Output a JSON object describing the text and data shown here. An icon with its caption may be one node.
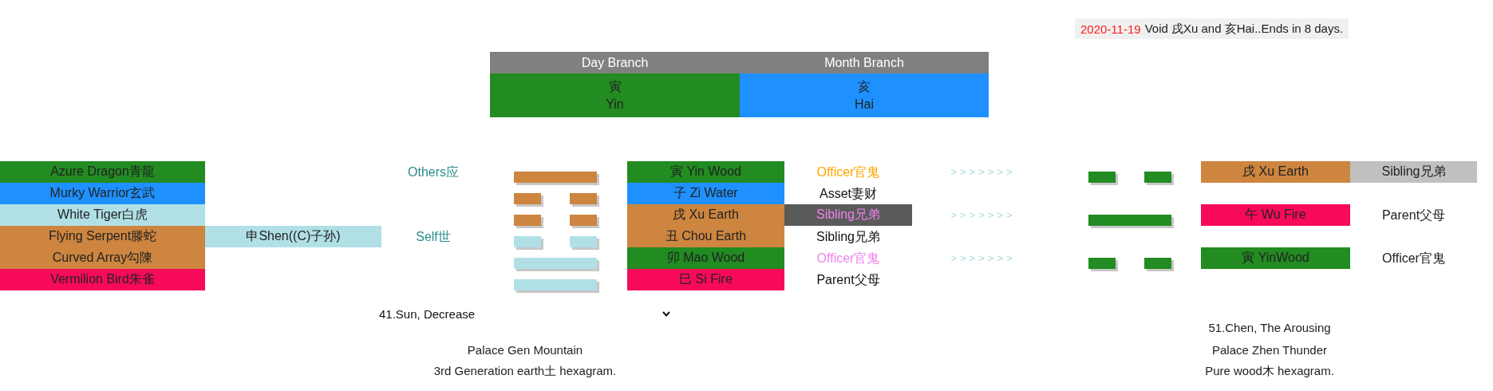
{
  "diagram": {
    "nodes": [
      {
        "text": [
          "2020-11-19",
          "Void 戌Xu and 亥Hai..Ends in 8 days."
        ]
      },
      {
        "text": [
          "Day Branch"
        ]
      },
      {
        "text": [
          "Month Branch"
        ]
      },
      {
        "text": [
          "寅",
          "Yin"
        ]
      },
      {
        "text": [
          "亥",
          "Hai"
        ]
      },
      {
        "text": [
          "Azure Dragon青龍"
        ]
      },
      {
        "text": [
          "寅 Yin Wood"
        ]
      },
      {
        "text": [
          "戌 Xu Earth"
        ]
      },
      {
        "text": [
          "Sibling兄弟"
        ]
      },
      {
        "text": [
          "Murky Warrior玄武"
        ]
      },
      {
        "text": [
          "子 Zi Water"
        ]
      },
      {
        "text": [
          "White Tiger白虎"
        ]
      },
      {
        "text": [
          "戌 Xu Earth"
        ]
      },
      {
        "text": [
          "Sibling兄弟"
        ]
      },
      {
        "text": [
          "午 Wu Fire"
        ]
      },
      {
        "text": [
          "Flying Serpent滕蛇"
        ]
      },
      {
        "text": [
          "申Shen((C)子孙)"
        ]
      },
      {
        "text": [
          "丑 Chou Earth"
        ]
      },
      {
        "text": [
          "Curved Array勾陳"
        ]
      },
      {
        "text": [
          "卯 Mao Wood"
        ]
      },
      {
        "text": [
          "寅 YinWood"
        ]
      },
      {
        "text": [
          "Vermilion Bird朱雀"
        ]
      },
      {
        "text": [
          "巳 Si Fire"
        ]
      }
    ],
    "labels": [
      "Others应",
      "Officer官鬼",
      ">>>>>>>",
      "Asset妻财",
      ">>>>>>>",
      "Parent父母",
      "Self世",
      "Sibling兄弟",
      "Officer官鬼",
      ">>>>>>>",
      "Officer官鬼",
      "Parent父母",
      "41.Sun, Decrease",
      "51.Chen, The Arousing",
      "Palace Gen Mountain",
      "Palace Zhen Thunder",
      "3rd Generation earth土 hexagram.",
      "Pure wood木 hexagram."
    ]
  }
}
